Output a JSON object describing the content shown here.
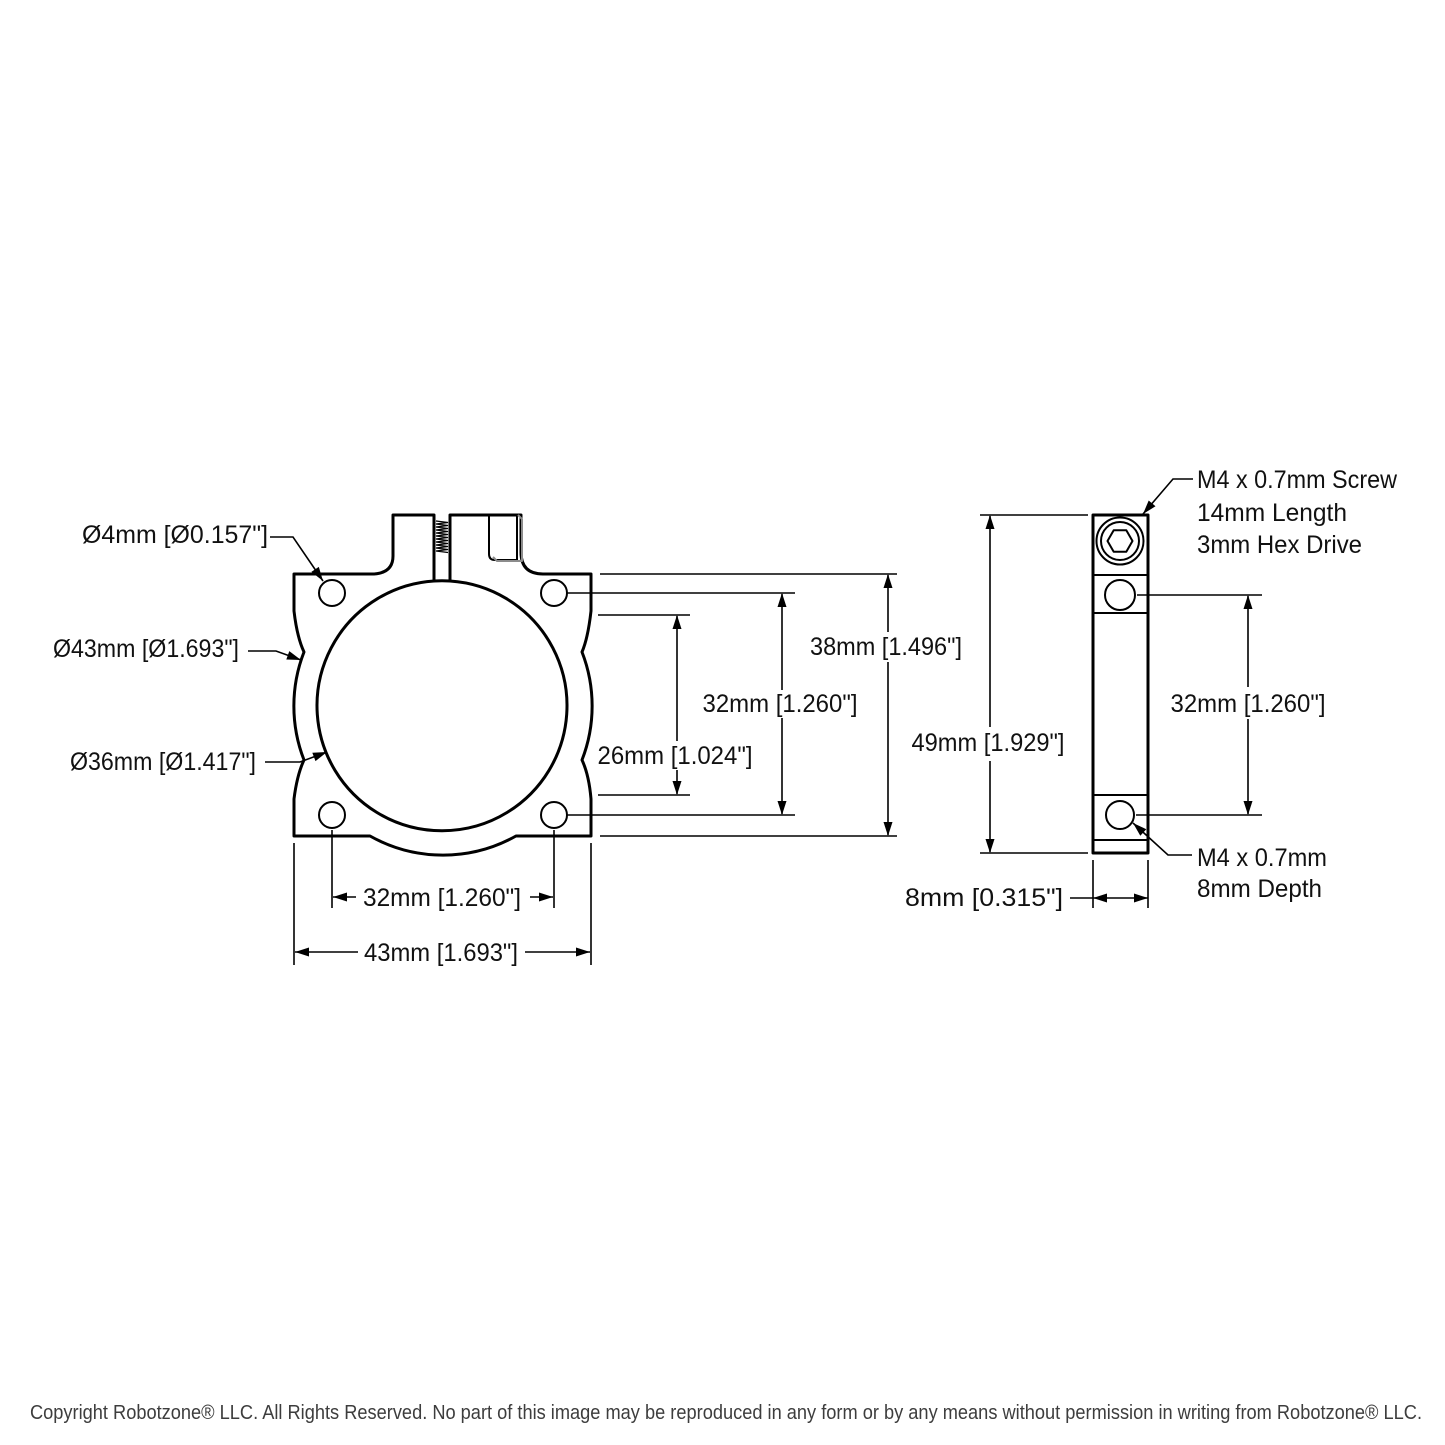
{
  "page": {
    "background": "#ffffff",
    "line_color": "#000000",
    "text_color": "#111111",
    "bevel_color": "#8c8c8c"
  },
  "front_view": {
    "callouts": {
      "corner_hole_dia": "Ø4mm [Ø0.157\"]",
      "outer_dia": "Ø43mm [Ø1.693\"]",
      "bore_dia": "Ø36mm [Ø1.417\"]"
    },
    "dimensions": {
      "notch_height": "26mm [1.024\"]",
      "hole_spacing_vertical": "32mm [1.260\"]",
      "body_height": "38mm [1.496\"]",
      "hole_spacing_horizontal": "32mm [1.260\"]",
      "body_width": "43mm [1.693\"]"
    }
  },
  "side_view": {
    "callouts": {
      "screw_line1": "M4 x 0.7mm Screw",
      "screw_line2": "14mm Length",
      "screw_line3": "3mm Hex Drive",
      "tap_line1": "M4 x 0.7mm",
      "tap_line2": "8mm Depth"
    },
    "dimensions": {
      "overall_height": "49mm [1.929\"]",
      "hole_spacing": "32mm [1.260\"]",
      "thickness": "8mm [0.315\"]"
    }
  },
  "footer": {
    "copyright": "Copyright Robotzone® LLC.  All Rights Reserved. No part of this image may be reproduced in any form or by any means without permission in writing from Robotzone® LLC."
  }
}
